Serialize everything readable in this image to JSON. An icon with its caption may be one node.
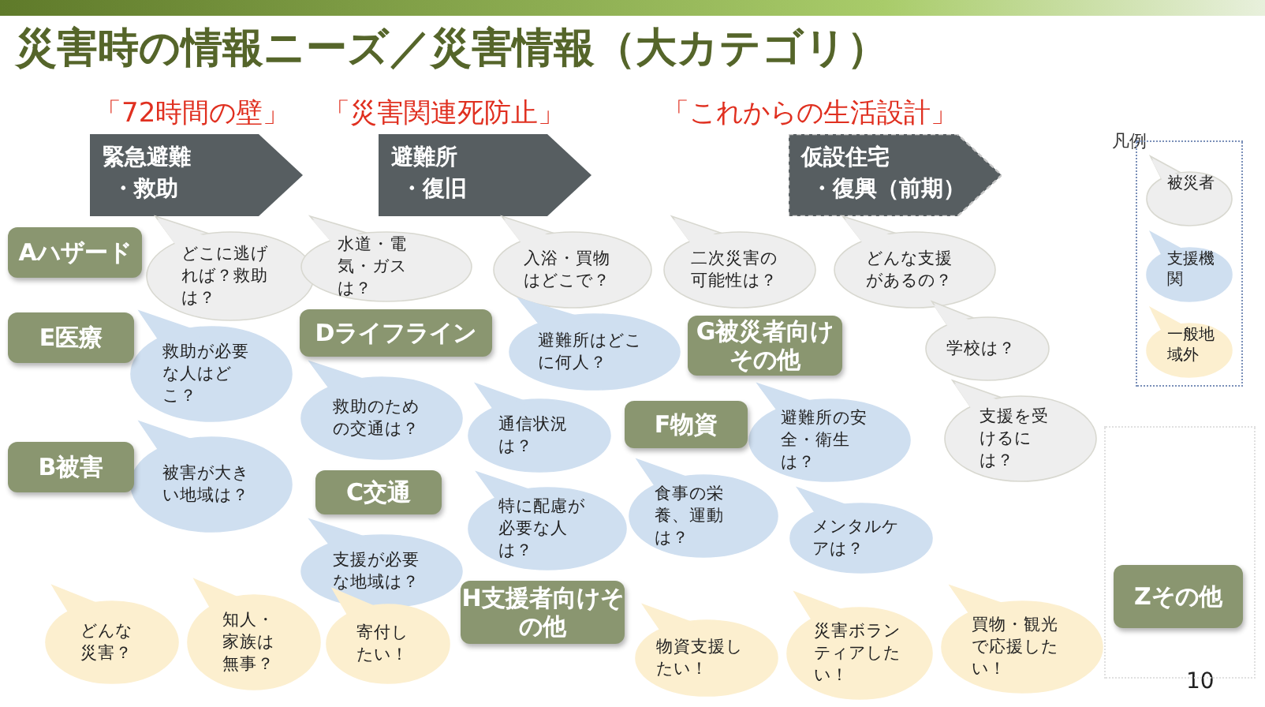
{
  "diagram": {
    "title": "災害時の情報ニーズ／災害情報（大カテゴリ）",
    "nodes": [
      {
        "text": [
          "緊急避難",
          "・救助"
        ]
      },
      {
        "text": [
          "避難所",
          "・復旧"
        ]
      },
      {
        "text": [
          "仮設住宅",
          "・復興（前期）"
        ]
      },
      {
        "text": [
          "Aハザード"
        ]
      },
      {
        "text": [
          "どこに逃げれば？救助は？"
        ]
      },
      {
        "text": [
          "E医療"
        ]
      },
      {
        "text": [
          "救助が必要な人はどこ？"
        ]
      },
      {
        "text": [
          "B被害"
        ]
      },
      {
        "text": [
          "被害が大きい地域は？"
        ]
      },
      {
        "text": [
          "水道・電気・ガスは？"
        ]
      },
      {
        "text": [
          "Dライフライン"
        ]
      },
      {
        "text": [
          "救助のための交通は？"
        ]
      },
      {
        "text": [
          "C交通"
        ]
      },
      {
        "text": [
          "支援が必要な地域は？"
        ]
      },
      {
        "text": [
          "入浴・買物はどこで？"
        ]
      },
      {
        "text": [
          "避難所はどこに何人？"
        ]
      },
      {
        "text": [
          "通信状況は？"
        ]
      },
      {
        "text": [
          "F物資"
        ]
      },
      {
        "text": [
          "特に配慮が必要な人は？"
        ]
      },
      {
        "text": [
          "二次災害の可能性は？"
        ]
      },
      {
        "text": [
          "G被災者向けその他"
        ]
      },
      {
        "text": [
          "避難所の安全・衛生は？"
        ]
      },
      {
        "text": [
          "食事の栄養、運動は？"
        ]
      },
      {
        "text": [
          "メンタルケアは？"
        ]
      },
      {
        "text": [
          "どんな支援があるの？"
        ]
      },
      {
        "text": [
          "学校は？"
        ]
      },
      {
        "text": [
          "支援を受けるには？"
        ]
      },
      {
        "text": [
          "どんな災害？"
        ]
      },
      {
        "text": [
          "知人・家族は無事？"
        ]
      },
      {
        "text": [
          "寄付したい！"
        ]
      },
      {
        "text": [
          "H支援者向けその他"
        ]
      },
      {
        "text": [
          "物資支援したい！"
        ]
      },
      {
        "text": [
          "災害ボランティアしたい！"
        ]
      },
      {
        "text": [
          "買物・観光で応援したい！"
        ]
      },
      {
        "text": [
          "Zその他"
        ]
      }
    ],
    "labels": [
      "「72時間の壁」",
      "「災害関連死防止」",
      "「これからの生活設計」",
      "凡例",
      "10"
    ],
    "legend": [
      {
        "text": "被災者",
        "color": "#eeeeee"
      },
      {
        "text": "支援機関",
        "color": "#cfdff0"
      },
      {
        "text": "一般地域外",
        "color": "#fcefcf"
      }
    ]
  }
}
